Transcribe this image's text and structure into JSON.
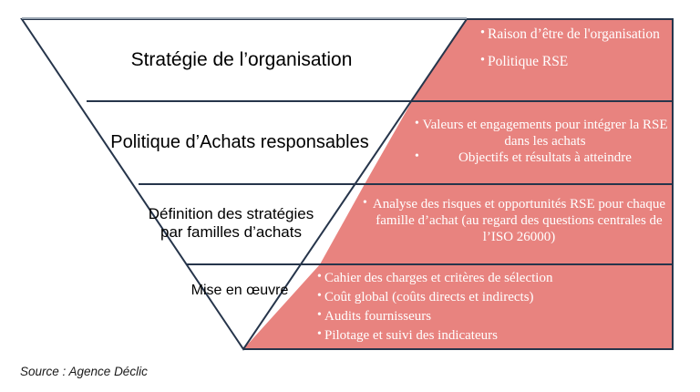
{
  "figure": {
    "type": "inverted-funnel-diagram",
    "colors": {
      "fill_red": "#E8837F",
      "stroke_dark": "#26354B",
      "title_text": "#000000",
      "bullet_text": "#FFFFFF",
      "background": "#FFFFFF"
    },
    "source_note": "Source : Agence Déclic",
    "layers": [
      {
        "id": "strategie-organisation",
        "title": "Stratégie de l’organisation",
        "bullets": [
          "Raison d’être de l'organisation",
          "Politique RSE"
        ],
        "bullet_align": "left"
      },
      {
        "id": "politique-achats-responsables",
        "title": "Politique d’Achats responsables",
        "bullets": [
          "Valeurs et engagements pour intégrer la RSE dans les achats",
          "Objectifs et résultats à atteindre"
        ],
        "bullet_align": "center"
      },
      {
        "id": "definition-strategies-familles-achats",
        "title": "Définition des stratégies par familles d’achats",
        "bullets": [
          "Analyse des risques et opportunités RSE pour chaque famille d’achat (au regard des questions centrales de l’ISO 26000)"
        ],
        "bullet_align": "center"
      },
      {
        "id": "mise-en-oeuvre",
        "title": "Mise en œuvre",
        "bullets": [
          "Cahier des charges et critères de sélection",
          "Coût global (coûts directs et indirects)",
          "Audits fournisseurs",
          "Pilotage et suivi des indicateurs"
        ],
        "bullet_align": "left"
      }
    ]
  }
}
